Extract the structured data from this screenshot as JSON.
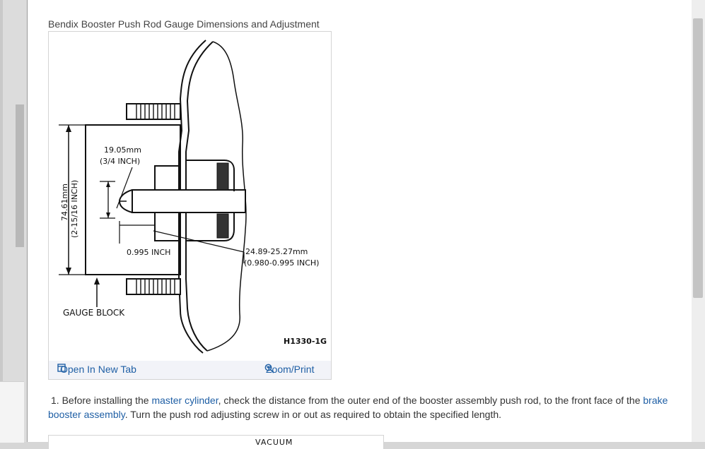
{
  "figure": {
    "title": "Bendix Booster Push Rod Gauge Dimensions and Adjustment",
    "labels": {
      "dim_height_mm": "74.61mm",
      "dim_height_in": "(2-15/16 INCH)",
      "dim_top_mm": "19.05mm",
      "dim_top_in": "(3/4 INCH)",
      "dim_gap_in": "0.995 INCH",
      "dim_rod_mm": "24.89-25.27mm",
      "dim_rod_in": "(0.980-0.995 INCH)",
      "gauge_block": "GAUGE BLOCK",
      "code": "H1330-1G"
    },
    "actions": {
      "open_new_tab": "Open In New Tab",
      "zoom_print": "Zoom/Print"
    }
  },
  "step": {
    "number": "1.",
    "text_1": "Before installing the",
    "link_1": "master cylinder",
    "text_2": ", check the distance from the outer end of the booster assembly push rod, to the front face of the",
    "link_2": "brake booster assembly",
    "text_3": ". Turn the push rod adjusting screw in or out as required to obtain the specified length."
  },
  "next_figure": {
    "label": "VACUUM"
  }
}
